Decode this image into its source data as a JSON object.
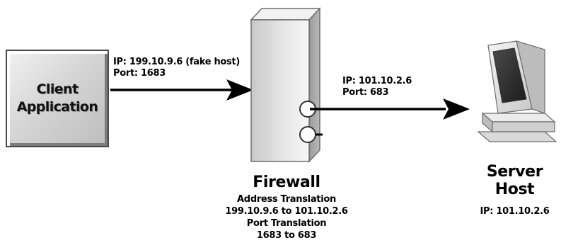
{
  "client": {
    "label_line1": "Client",
    "label_line2": "Application"
  },
  "left_connection": {
    "ip": "IP: 199.10.9.6 (fake host)",
    "port": "Port: 1683"
  },
  "right_connection": {
    "ip": "IP: 101.10.2.6",
    "port": "Port: 683"
  },
  "firewall": {
    "title": "Firewall",
    "address_translation_heading": "Address Translation",
    "address_translation": "199.10.9.6 to 101.10.2.6",
    "port_translation_heading": "Port Translation",
    "port_translation": "1683 to 683"
  },
  "server": {
    "title_line1": "Server",
    "title_line2": "Host",
    "ip": "IP: 101.10.2.6"
  }
}
